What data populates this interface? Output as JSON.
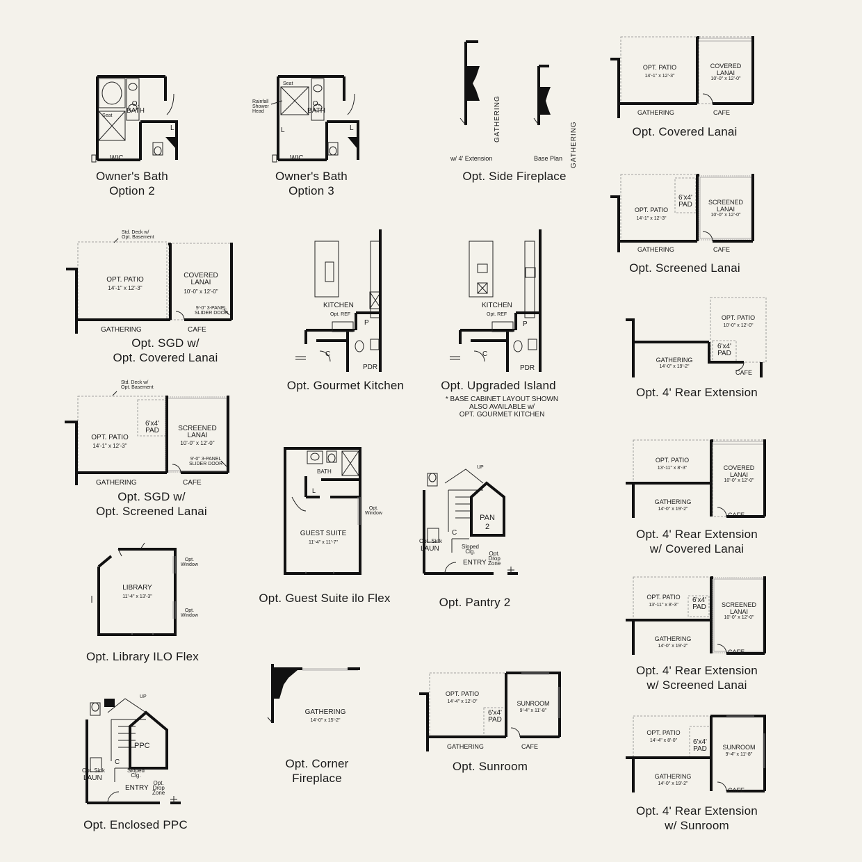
{
  "plans": {
    "bath2": {
      "caption_l1": "Owner's Bath",
      "caption_l2": "Option 2",
      "bath": "O.\nBATH",
      "seat": "Seat",
      "wic": "WIC",
      "l": "L"
    },
    "bath3": {
      "caption_l1": "Owner's Bath",
      "caption_l2": "Option 3",
      "bath": "O.\nBATH",
      "seat": "Seat",
      "shower": "Rainfall\nShower\nHead",
      "wic": "WIC",
      "l": "L"
    },
    "fireplace_side": {
      "caption": "Opt. Side Fireplace",
      "gathering": "GATHERING",
      "ext": "w/ 4' Extension",
      "base": "Base Plan"
    },
    "covered_lanai": {
      "caption": "Opt. Covered Lanai",
      "patio": "OPT. PATIO",
      "patio_dim": "14'-1\" x 12'-3\"",
      "lanai": "COVERED\nLANAI",
      "lanai_dim": "10'-0\" x 12'-0\"",
      "gathering": "GATHERING",
      "cafe": "CAFE"
    },
    "screened_lanai": {
      "caption": "Opt. Screened Lanai",
      "patio": "OPT. PATIO",
      "patio_dim": "14'-1\" x 12'-3\"",
      "pad": "6'x4'\nPAD",
      "lanai": "SCREENED\nLANAI",
      "lanai_dim": "10'-0\" x 12'-0\"",
      "gathering": "GATHERING",
      "cafe": "CAFE"
    },
    "sgd_covered": {
      "caption_l1": "Opt. SGD w/",
      "caption_l2": "Opt. Covered Lanai",
      "deck": "Std. Deck w/\nOpt. Basement",
      "patio": "OPT. PATIO",
      "patio_dim": "14'-1\" x 12'-3\"",
      "lanai": "COVERED\nLANAI",
      "lanai_dim": "10'-0\" x 12'-0\"",
      "slider": "9'-0\" 3-PANEL\nSLIDER DOOR",
      "gathering": "GATHERING",
      "cafe": "CAFE"
    },
    "gourmet": {
      "caption": "Opt. Gourmet Kitchen",
      "kitchen": "KITCHEN",
      "ref": "Opt. REF",
      "p": "P",
      "c": "C",
      "pdr": "PDR"
    },
    "upgraded": {
      "caption": "Opt. Upgraded Island",
      "note": "* BASE CABINET LAYOUT SHOWN\nALSO AVAILABLE w/\nOPT. GOURMET KITCHEN",
      "kitchen": "KITCHEN",
      "ref": "Opt. REF",
      "p": "P",
      "c": "C",
      "pdr": "PDR"
    },
    "rear_ext": {
      "caption": "Opt. 4' Rear Extension",
      "patio": "OPT. PATIO",
      "patio_dim": "10'-0\" x 12'-0\"",
      "pad": "6'x4'\nPAD",
      "gathering": "GATHERING",
      "gathering_dim": "14'-0\" x 19'-2\"",
      "cafe": "CAFE"
    },
    "sgd_screened": {
      "caption_l1": "Opt. SGD w/",
      "caption_l2": "Opt. Screened Lanai",
      "deck": "Std. Deck w/\nOpt. Basement",
      "patio": "OPT. PATIO",
      "patio_dim": "14'-1\" x 12'-3\"",
      "pad": "6'x4'\nPAD",
      "lanai": "SCREENED\nLANAI",
      "lanai_dim": "10'-0\" x 12'-0\"",
      "slider": "9'-0\" 3-PANEL\nSLIDER DOOR",
      "gathering": "GATHERING",
      "cafe": "CAFE"
    },
    "guest": {
      "caption": "Opt. Guest Suite ilo Flex",
      "bath": "BATH",
      "l": "L",
      "suite": "GUEST SUITE",
      "suite_dim": "11'-4\" x 11'-7\"",
      "window": "Opt.\nWindow"
    },
    "pantry": {
      "caption": "Opt. Pantry 2",
      "up": "UP",
      "pan": "PAN\n2",
      "c": "C",
      "sink": "Opt. Sink",
      "laun": "LAUN",
      "sloped": "Sloped\nClg.",
      "drop": "Opt.\nDrop\nZone",
      "entry": "ENTRY"
    },
    "rear_covered": {
      "caption_l1": "Opt. 4' Rear Extension",
      "caption_l2": "w/ Covered Lanai",
      "patio": "OPT. PATIO",
      "patio_dim": "13'-11\" x 8'-3\"",
      "lanai": "COVERED\nLANAI",
      "lanai_dim": "10'-0\" x 12'-0\"",
      "gathering": "GATHERING",
      "gathering_dim": "14'-0\" x 19'-2\"",
      "cafe": "CAFE"
    },
    "library": {
      "caption": "Opt. Library ILO Flex",
      "library": "LIBRARY",
      "library_dim": "11'-4\" x 13'-3\"",
      "window": "Opt.\nWindow"
    },
    "rear_screened": {
      "caption_l1": "Opt. 4' Rear Extension",
      "caption_l2": "w/ Screened Lanai",
      "patio": "OPT. PATIO",
      "patio_dim": "13'-11\" x 8'-3\"",
      "pad": "6'x4'\nPAD",
      "lanai": "SCREENED\nLANAI",
      "lanai_dim": "10'-0\" x 12'-0\"",
      "gathering": "GATHERING",
      "gathering_dim": "14'-0\" x 19'-2\"",
      "cafe": "CAFE"
    },
    "corner_fp": {
      "caption_l1": "Opt. Corner",
      "caption_l2": "Fireplace",
      "gathering": "GATHERING",
      "gathering_dim": "14'-0\" x 15'-2\""
    },
    "sunroom": {
      "caption": "Opt. Sunroom",
      "patio": "OPT. PATIO",
      "patio_dim": "14'-4\" x 12'-0\"",
      "pad": "6'x4'\nPAD",
      "sunroom": "SUNROOM",
      "sunroom_dim": "9'-4\" x 11'-8\"",
      "gathering": "GATHERING",
      "cafe": "CAFE"
    },
    "ppc": {
      "caption": "Opt. Enclosed PPC",
      "up": "UP",
      "ppc": "PPC",
      "c": "C",
      "sink": "Opt. Sink",
      "laun": "LAUN",
      "sloped": "Sloped\nClg.",
      "drop": "Opt.\nDrop\nZone",
      "entry": "ENTRY"
    },
    "rear_sunroom": {
      "caption_l1": "Opt. 4' Rear Extension",
      "caption_l2": "w/ Sunroom",
      "patio": "OPT. PATIO",
      "patio_dim": "14'-4\" x 8'-0\"",
      "pad": "6'x4'\nPAD",
      "sunroom": "SUNROOM",
      "sunroom_dim": "9'-4\" x 11'-8\"",
      "gathering": "GATHERING",
      "gathering_dim": "14'-0\" x 19'-2\"",
      "cafe": "CAFE"
    }
  }
}
